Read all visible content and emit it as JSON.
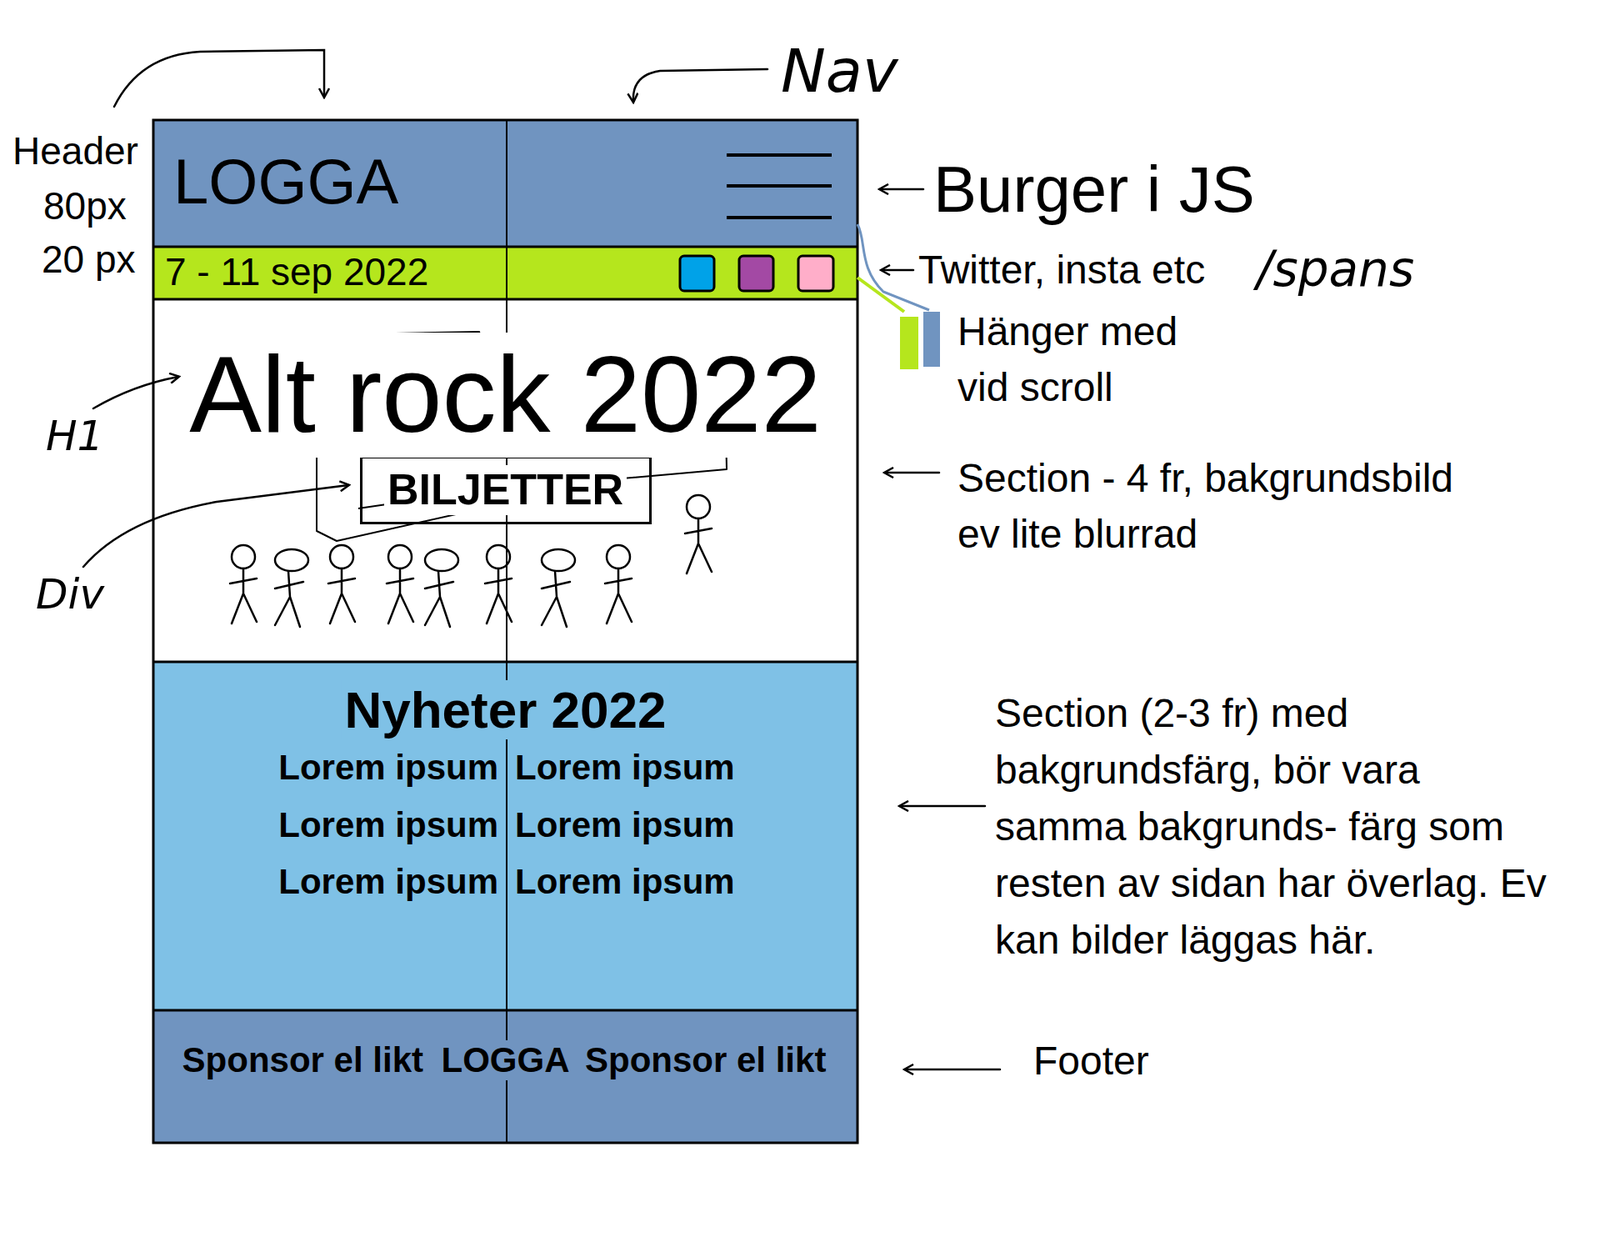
{
  "diagram": {
    "nodes": [
      {
        "text": [
          "LOGGA"
        ]
      },
      {
        "text": [
          "7 - 11 sep 2022"
        ]
      },
      {
        "text": [
          "Alt rock 2022"
        ]
      },
      {
        "text": [
          "BILJETTER"
        ],
        "in": 2
      },
      {
        "text": [
          "Nyheter 2022",
          "Lorem ipsum",
          "Lorem ipsum",
          "Lorem ipsum",
          "Lorem ipsum",
          "Lorem ipsum",
          "Lorem ipsum"
        ]
      },
      {
        "text": [
          "Sponsor el likt",
          "LOGGA",
          "Sponsor el likt"
        ]
      }
    ],
    "labels": [
      "Header",
      "80px",
      "20 px",
      "Nav",
      "Burger i JS",
      "Twitter, insta etc",
      "/spans",
      "Hänger med vid scroll",
      "H1",
      "Div",
      "Section - 4 fr, bakgrundsbild ev lite blurrad",
      "Section (2-3 fr) med bakgrundsfärg, bör vara samma bakgrunds- färg som resten av sidan har överlag. Ev kan bilder läggas här.",
      "Footer"
    ]
  }
}
